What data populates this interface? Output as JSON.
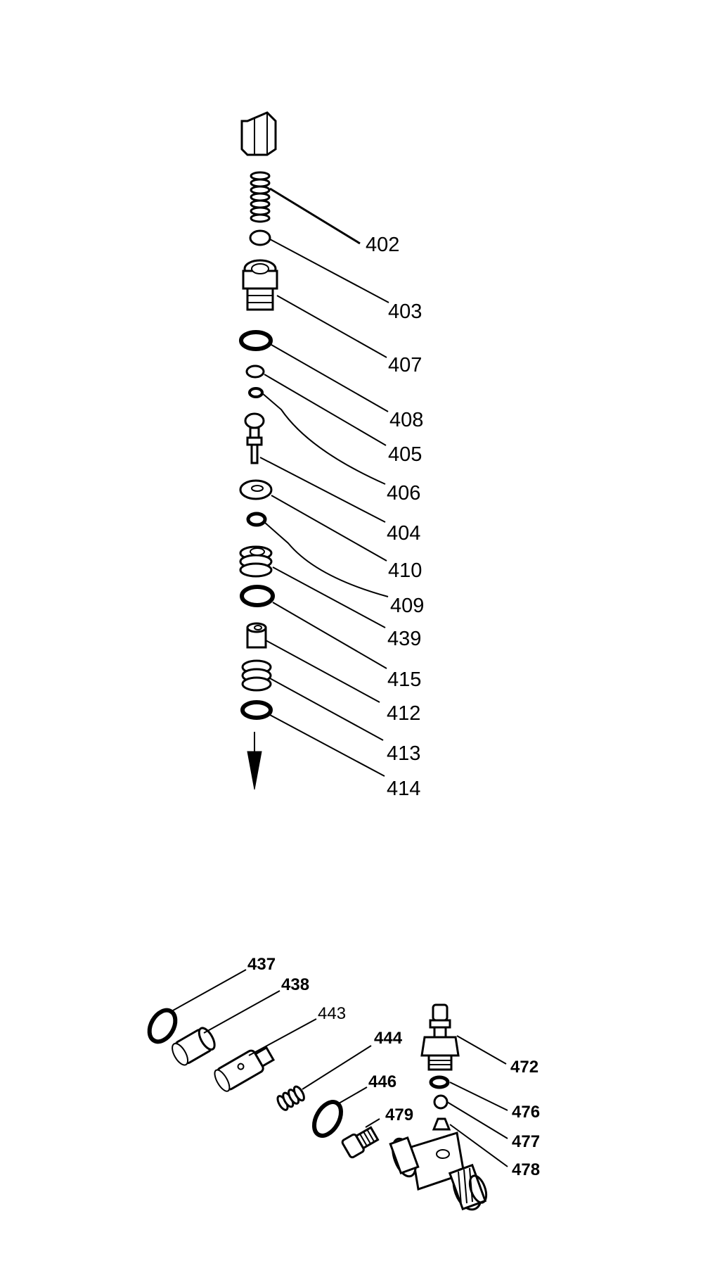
{
  "callouts_upper": [
    "402",
    "403",
    "407",
    "408",
    "405",
    "406",
    "404",
    "410",
    "409",
    "439",
    "415",
    "412",
    "413",
    "414"
  ],
  "callouts_lower": [
    "437",
    "438",
    "443",
    "444",
    "446",
    "479",
    "472",
    "476",
    "477",
    "478"
  ],
  "colors": {
    "ink": "#000000",
    "paper": "#ffffff"
  }
}
